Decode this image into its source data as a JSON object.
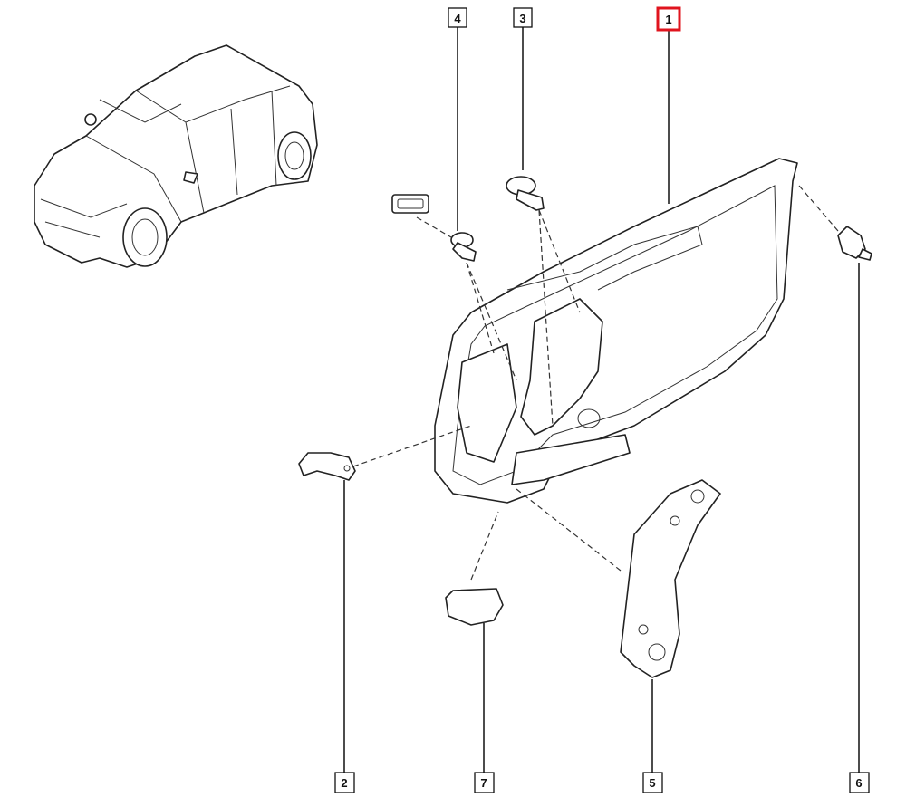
{
  "diagram": {
    "highlight_color": "#e0141e",
    "callouts": [
      {
        "id": "1",
        "label": "1",
        "highlighted": true
      },
      {
        "id": "2",
        "label": "2",
        "highlighted": false
      },
      {
        "id": "3",
        "label": "3",
        "highlighted": false
      },
      {
        "id": "4",
        "label": "4",
        "highlighted": false
      },
      {
        "id": "5",
        "label": "5",
        "highlighted": false
      },
      {
        "id": "6",
        "label": "6",
        "highlighted": false
      },
      {
        "id": "7",
        "label": "7",
        "highlighted": false
      }
    ]
  }
}
